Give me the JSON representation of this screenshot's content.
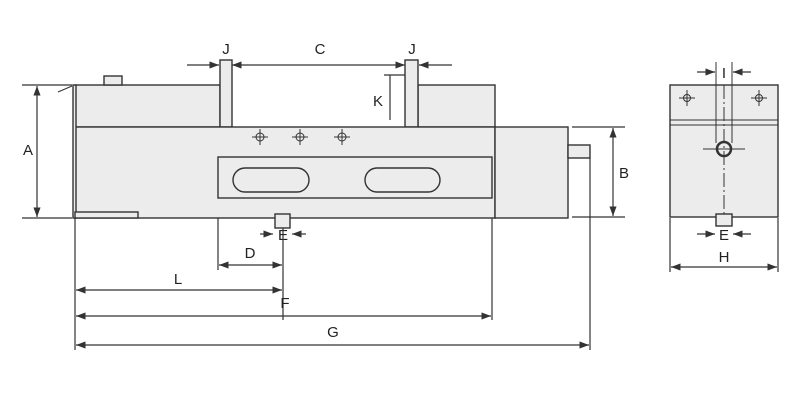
{
  "title": "Precision vise dimension drawing",
  "labels": {
    "A": "A",
    "B": "B",
    "C": "C",
    "D": "D",
    "E": "E",
    "E2": "E",
    "F": "F",
    "G": "G",
    "H": "H",
    "I": "I",
    "J": "J",
    "J2": "J",
    "K": "K",
    "L": "L"
  },
  "colors": {
    "line": "#333333",
    "fill": "#ececec",
    "background": "#ffffff"
  }
}
